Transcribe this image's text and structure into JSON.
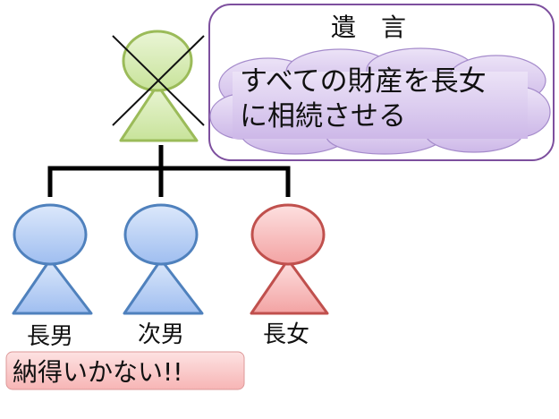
{
  "will": {
    "title": "遺　言",
    "line1": "すべての財産を長女",
    "line2": "に相続させる"
  },
  "children": [
    {
      "label": "長男",
      "color": "#4f81bd"
    },
    {
      "label": "次男",
      "color": "#4f81bd"
    },
    {
      "label": "長女",
      "color": "#c0504d"
    }
  ],
  "parent": {
    "color": "#9bbb59",
    "status": "deceased"
  },
  "complaint": "納得いかない!!"
}
